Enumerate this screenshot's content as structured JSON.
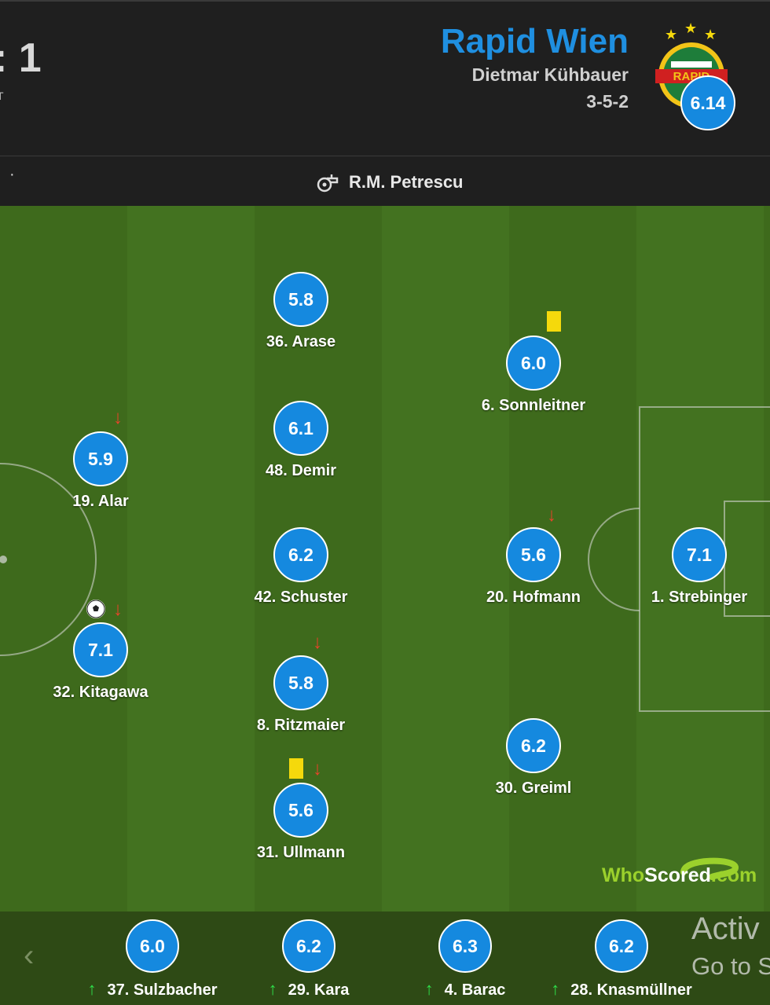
{
  "header": {
    "score": ": 1",
    "score_sub": "T",
    "team_name": "Rapid Wien",
    "manager": "Dietmar Kühbauer",
    "formation": "3-5-2",
    "team_rating": "6.14",
    "crest_text": "RAPID"
  },
  "referee": {
    "dot": "·",
    "name": "R.M. Petrescu"
  },
  "players": [
    {
      "rating": "5.8",
      "name": "36. Arase"
    },
    {
      "rating": "6.0",
      "name": "6. Sonnleitner"
    },
    {
      "rating": "6.1",
      "name": "48. Demir"
    },
    {
      "rating": "5.9",
      "name": "19. Alar"
    },
    {
      "rating": "6.2",
      "name": "42. Schuster"
    },
    {
      "rating": "5.6",
      "name": "20. Hofmann"
    },
    {
      "rating": "7.1",
      "name": "1. Strebinger"
    },
    {
      "rating": "7.1",
      "name": "32. Kitagawa"
    },
    {
      "rating": "5.8",
      "name": "8. Ritzmaier"
    },
    {
      "rating": "6.2",
      "name": "30. Greiml"
    },
    {
      "rating": "5.6",
      "name": "31. Ullmann"
    }
  ],
  "watermark": {
    "a": "Who",
    "b": "Scored",
    "c": ".com"
  },
  "bench": {
    "prev_icon": "‹",
    "subs": [
      {
        "rating": "6.0",
        "name": "37. Sulzbacher"
      },
      {
        "rating": "6.2",
        "name": "29. Kara"
      },
      {
        "rating": "6.3",
        "name": "4. Barac"
      },
      {
        "rating": "6.2",
        "name": "28. Knasmüllner"
      }
    ]
  },
  "overlay": {
    "line1": "Activ",
    "line2": "Go to S"
  },
  "icons": {
    "sub_off": "↓",
    "sub_on": "↑"
  },
  "colors": {
    "rating_blue": "#1589df",
    "team_blue": "#1f8fe0",
    "card_yellow": "#f5d90c",
    "sub_off_red": "#e8432a",
    "sub_on_green": "#2fe04a"
  }
}
